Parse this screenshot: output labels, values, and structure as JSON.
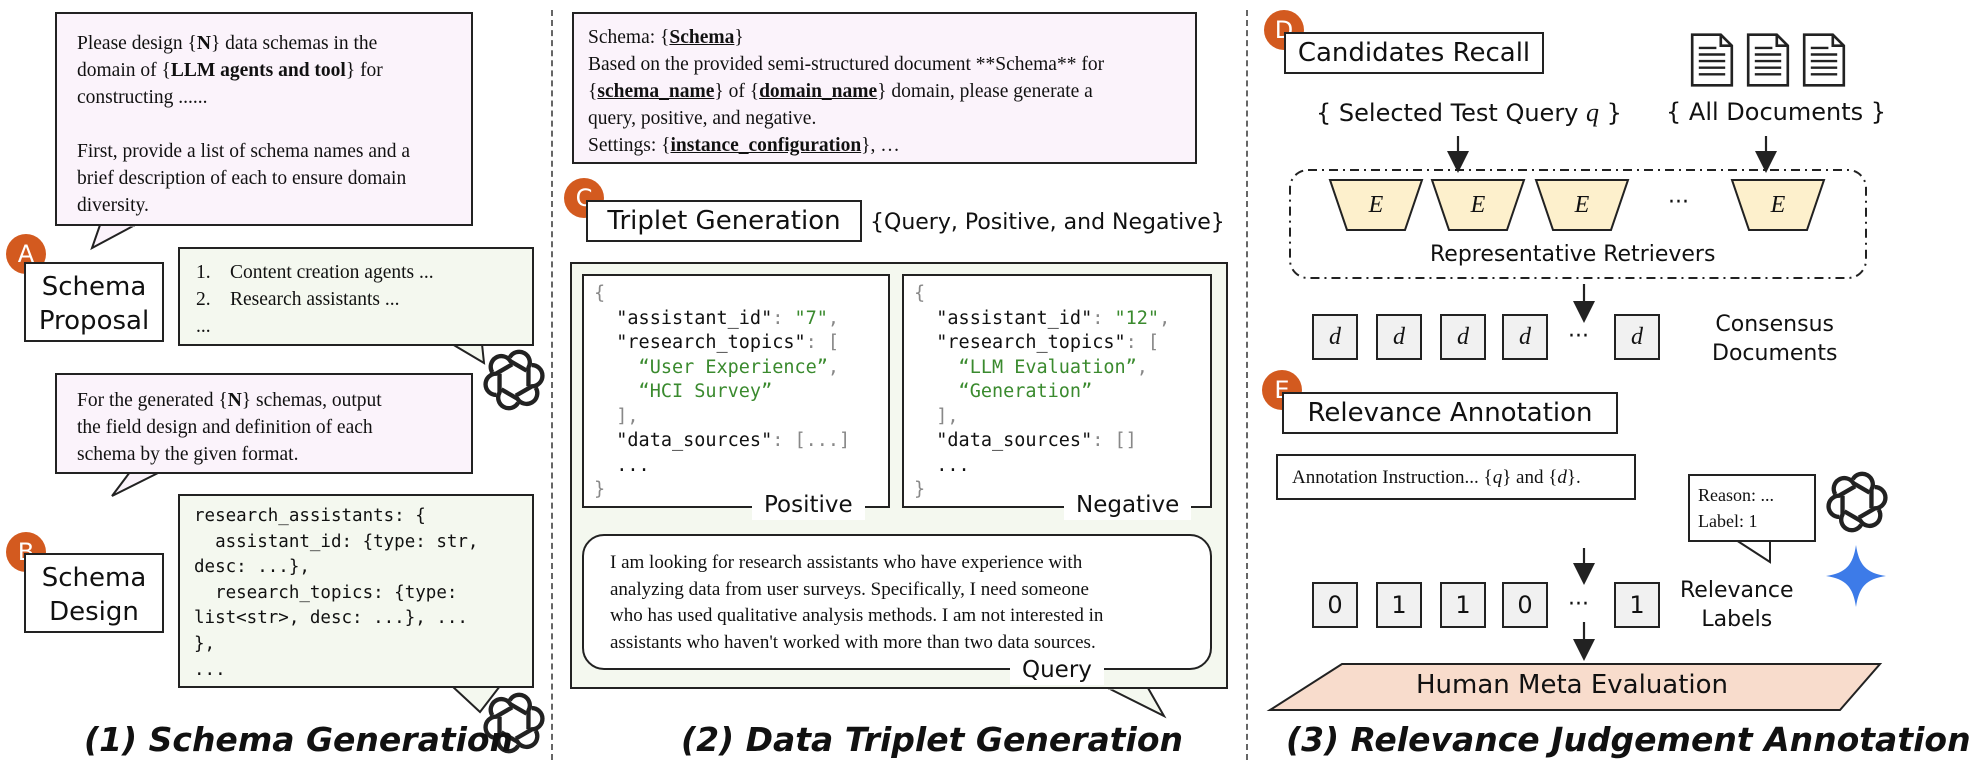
{
  "sections": {
    "schema_generation": "(1) Schema Generation",
    "triplet_generation": "(2) Data Triplet Generation",
    "relevance_annotation": "(3) Relevance Judgement Annotation"
  },
  "badges": {
    "a": "A",
    "b": "B",
    "c": "C",
    "d": "D",
    "e": "E"
  },
  "schema_proposal": {
    "title_line1": "Schema",
    "title_line2": "Proposal",
    "prompt_l1_pre": "Please design {",
    "prompt_l1_n": "N",
    "prompt_l1_post": "} data schemas in the",
    "prompt_l2_pre": "domain of {",
    "prompt_l2_bold": "LLM agents and tool",
    "prompt_l2_post": "} for",
    "prompt_l3": "constructing ......",
    "prompt_l4": "First, provide a list of schema names and a",
    "prompt_l5": "brief description of each to ensure domain",
    "prompt_l6": "diversity.",
    "resp_l1_num": "1.",
    "resp_l1": "Content creation agents ...",
    "resp_l2_num": "2.",
    "resp_l2": "Research assistants ...",
    "resp_l3": "..."
  },
  "schema_design": {
    "title_line1": "Schema",
    "title_line2": "Design",
    "prompt_l1_pre": "For the generated {",
    "prompt_l1_n": "N",
    "prompt_l1_post": "} schemas,  output",
    "prompt_l2": "the field design and definition of each",
    "prompt_l3": "schema by the given format.",
    "code_l1": "research_assistants: {",
    "code_l2": "  assistant_id: {type: str,",
    "code_l3": "desc: ...},",
    "code_l4": "  research_topics: {type:",
    "code_l5": "list<str>, desc: ...}, ...",
    "code_l6": "},",
    "code_l7": "..."
  },
  "triplet": {
    "prompt_l1_pre": "Schema: {",
    "prompt_l1_bold": "Schema",
    "prompt_l1_post": "}",
    "prompt_l2": "Based on the provided semi-structured document **Schema** for",
    "prompt_l3_a": "{",
    "prompt_l3_b": "schema_name",
    "prompt_l3_c": "} of {",
    "prompt_l3_d": "domain_name",
    "prompt_l3_e": "} domain, please generate a",
    "prompt_l4": "query, positive, and negative.",
    "prompt_l5_pre": "Settings: {",
    "prompt_l5_bold": "instance_configuration",
    "prompt_l5_post": "}, …",
    "title": "Triplet Generation",
    "subtitle": "{Query, Positive, and Negative}",
    "positive_label": "Positive",
    "negative_label": "Negative",
    "query_label": "Query",
    "positive": {
      "l1": "{",
      "l2_key": "  \"assistant_id\"",
      "l2_sep": ": ",
      "l2_val": "\"7\"",
      "l2_end": ",",
      "l3_key": "  \"research_topics\"",
      "l3_sep": ": [",
      "l4_val": "    “User Experience”",
      "l4_end": ",",
      "l5_val": "    “HCI Survey”",
      "l6": "  ],",
      "l7_key": "  \"data_sources\"",
      "l7_sep": ": ",
      "l7_val": "[...]",
      "l8": "  ...",
      "l9": "}"
    },
    "negative": {
      "l1": "{",
      "l2_key": "  \"assistant_id\"",
      "l2_sep": ": ",
      "l2_val": "\"12\"",
      "l2_end": ",",
      "l3_key": "  \"research_topics\"",
      "l3_sep": ": [",
      "l4_val": "    “LLM Evaluation”",
      "l4_end": ",",
      "l5_val": "    “Generation”",
      "l6": "  ],",
      "l7_key": "  \"data_sources\"",
      "l7_sep": ": ",
      "l7_val": "[]",
      "l8": "  ...",
      "l9": "}"
    },
    "query_l1": "I am looking for research assistants who have experience with",
    "query_l2": "analyzing data from user surveys. Specifically, I need someone",
    "query_l3": "who has used qualitative analysis methods. I am not interested in",
    "query_l4": "assistants who haven't worked with more than two data sources."
  },
  "recall": {
    "title": "Candidates Recall",
    "selected_query_pre": "{ Selected Test Query ",
    "selected_query_var": "q",
    "selected_query_post": " }",
    "all_documents": "{ All Documents }",
    "encoder": "E",
    "encoder_ellipsis": "···",
    "retrievers_label": "Representative Retrievers",
    "doc": "d",
    "doc_ellipsis": "···",
    "consensus_l1": "Consensus",
    "consensus_l2": "Documents"
  },
  "annotation": {
    "title": "Relevance Annotation",
    "instruction_pre": "Annotation Instruction... {",
    "instruction_q": "q",
    "instruction_mid": "} and {",
    "instruction_d": "d",
    "instruction_post": "}.",
    "reason": "Reason: ...",
    "label": "Label: 1",
    "labels": [
      "0",
      "1",
      "1",
      "0"
    ],
    "labels_ellipsis": "···",
    "last_label": "1",
    "relevance_l1": "Relevance",
    "relevance_l2": "Labels",
    "meta_eval": "Human Meta Evaluation"
  },
  "colors": {
    "badge": "#d35a1f",
    "prompt_bg": "#fbf3fb",
    "response_bg": "#f4f8ef",
    "encoder_bg": "#fdf0cc",
    "meta_bg": "#f8dccc",
    "json_key": "#111111",
    "json_string": "#3a8a2e",
    "json_punct": "#888888",
    "gemini": "#3d7be8"
  },
  "icons": [
    "openai-logo-icon",
    "gemini-star-icon",
    "document-stack-icon"
  ]
}
